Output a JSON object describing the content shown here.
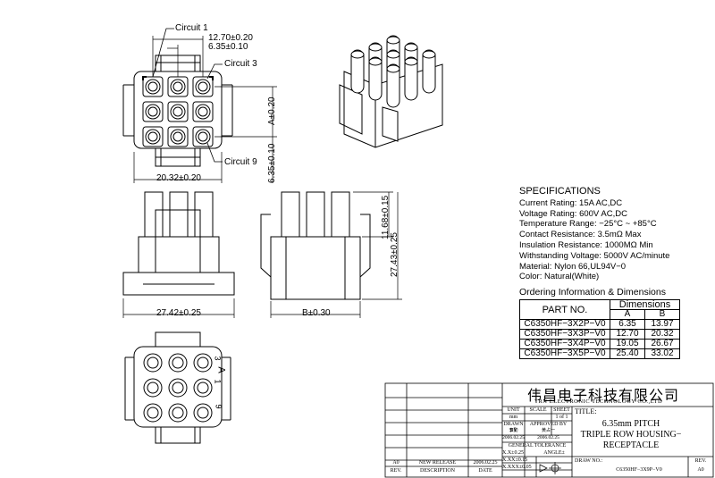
{
  "dimensions": {
    "circuit1": "Circuit 1",
    "circuit3": "Circuit 3",
    "circuit9": "Circuit 9",
    "d1270": "12.70±0.20",
    "d635": "6.35±0.10",
    "a020": "A±0.20",
    "d635v": "6.35±0.10",
    "d2032": "20.32±0.20",
    "d1168": "11.68±0.15",
    "d2743": "27.43±0.25",
    "d2742": "27.42±0.25",
    "b030": "B±0.30",
    "letterA": "A",
    "pin1": "1",
    "pin3": "3",
    "pin9": "9"
  },
  "specifications": {
    "title": "SPECIFICATIONS",
    "lines": [
      "Current Rating: 15A AC,DC",
      "Voltage Rating: 600V AC,DC",
      "Temperature Range: −25°C ~ +85°C",
      "Contact Resistance: 3.5mΩ Max",
      "Insulation Resistance: 1000MΩ Min",
      "Withstanding Voltage: 5000V AC/minute",
      "Material: Nylon 66,UL94V−0",
      "Color: Natural(White)"
    ]
  },
  "ordering": {
    "title": "Ordering Information & Dimensions",
    "col_part": "PART NO.",
    "col_dims": "Dimensions",
    "col_a": "A",
    "col_b": "B",
    "rows": [
      {
        "part": "C6350HF−3X2P−V0",
        "a": "6.35",
        "b": "13.97"
      },
      {
        "part": "C6350HF−3X3P−V0",
        "a": "12.70",
        "b": "20.32"
      },
      {
        "part": "C6350HF−3X4P−V0",
        "a": "19.05",
        "b": "26.67"
      },
      {
        "part": "C6350HF−3X5P−V0",
        "a": "25.40",
        "b": "33.02"
      }
    ]
  },
  "title_block": {
    "company_cn": "伟昌电子科技有限公司",
    "company_en": "TRN ELECTRONIC TECHNOLOGY CO.,LTD",
    "unit": "UNIT",
    "unit_val": "mm",
    "scale": "SCALE",
    "sheet": "SHEET",
    "sheet_val": "1 of 1",
    "title_label": "TITLE:",
    "title_1": "6.35mm PITCH",
    "title_2": "TRIPLE ROW HOUSING−",
    "title_3": "RECEPTACLE",
    "drawn_by": "DRAWN BY",
    "drawn_name": "李勤",
    "drawn_date": "2006.02.25",
    "approved_by": "APPROVED BY",
    "approved_name": "黄占一",
    "approved_date": "2006.02.25",
    "general_tol": "GENERAL TOLERANCE",
    "tol1": "X.X±0.25",
    "tol2": "X.XX±0.15",
    "tol3": "X.XXX±0.05",
    "angle": "ANGLE±",
    "dwg_no_label": "DRAW NO.:",
    "dwg_no": "C6350HF−3X9P−V0",
    "rev_label": "REV.",
    "rev_val": "A0",
    "rev_row_rev": "A0",
    "rev_row_desc": "NEW RELEASE",
    "rev_row_date": "2006.02.25",
    "hdr_rev": "REV.",
    "hdr_desc": "DESCRIPTION",
    "hdr_date": "DATE"
  }
}
